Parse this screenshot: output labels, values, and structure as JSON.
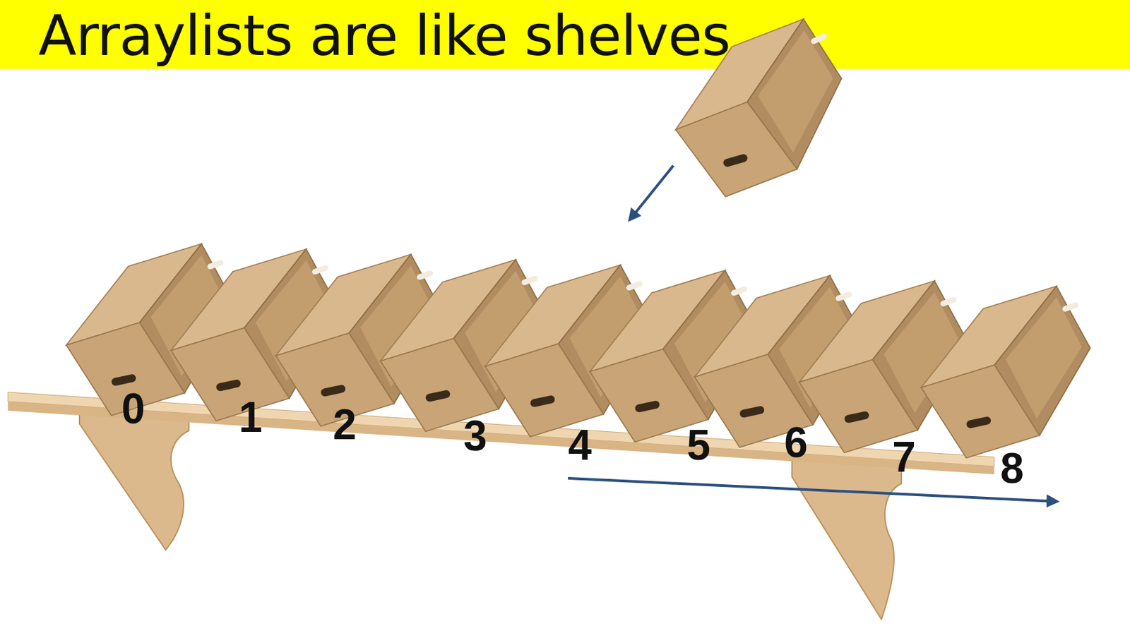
{
  "diagram": {
    "title": "Arraylists are like shelves",
    "labels": [
      "0",
      "1",
      "2",
      "3",
      "4",
      "5",
      "6",
      "7",
      "8"
    ]
  }
}
